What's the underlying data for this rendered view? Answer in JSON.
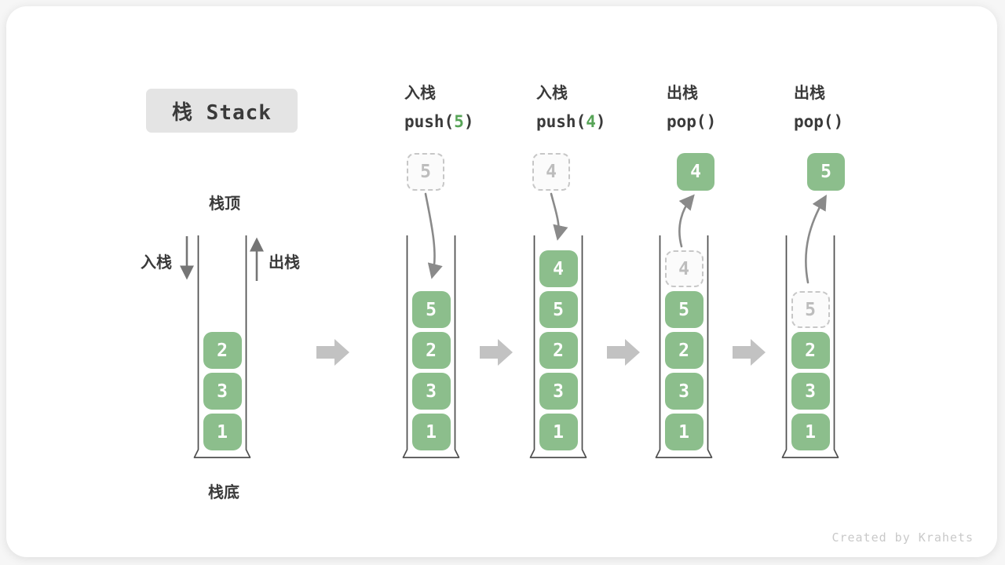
{
  "title_badge": {
    "text": "栈 Stack"
  },
  "side_labels": {
    "stack_top": "栈顶",
    "stack_bottom": "栈底",
    "push": "入栈",
    "pop": "出栈"
  },
  "watermark": {
    "text": "Created by Krahets"
  },
  "colors": {
    "element_green": "#8CBE8C",
    "element_text": "#FFFFFF",
    "accent_green": "#57A457",
    "ghost_border": "#C7C7C7",
    "ghost_text": "#BDBDBD",
    "container_stroke": "#4E4E4E",
    "curve_arrow": "#8A8A8A",
    "side_arrow": "#757575",
    "block_arrow": "#C2C2C2",
    "text_dark": "#3A3A3A",
    "badge_bg": "#E4E4E4",
    "watermark_gray": "#C9C9C9"
  },
  "steps": [
    {
      "name": "initial-stack",
      "header": null,
      "floating": null,
      "arrow": null,
      "rows": [
        {
          "value": "2",
          "style": "solid"
        },
        {
          "value": "3",
          "style": "solid"
        },
        {
          "value": "1",
          "style": "solid"
        }
      ]
    },
    {
      "name": "push-5",
      "header": {
        "label": "入栈",
        "code_pre": "push(",
        "code_arg": "5",
        "code_post": ")"
      },
      "floating": {
        "value": "5",
        "style": "ghost"
      },
      "arrow": "push",
      "rows": [
        {
          "value": "5",
          "style": "solid"
        },
        {
          "value": "2",
          "style": "solid"
        },
        {
          "value": "3",
          "style": "solid"
        },
        {
          "value": "1",
          "style": "solid"
        }
      ]
    },
    {
      "name": "push-4",
      "header": {
        "label": "入栈",
        "code_pre": "push(",
        "code_arg": "4",
        "code_post": ")"
      },
      "floating": {
        "value": "4",
        "style": "ghost"
      },
      "arrow": "push",
      "rows": [
        {
          "value": "4",
          "style": "solid"
        },
        {
          "value": "5",
          "style": "solid"
        },
        {
          "value": "2",
          "style": "solid"
        },
        {
          "value": "3",
          "style": "solid"
        },
        {
          "value": "1",
          "style": "solid"
        }
      ]
    },
    {
      "name": "pop-4",
      "header": {
        "label": "出栈",
        "code_pre": "pop()",
        "code_arg": "",
        "code_post": ""
      },
      "floating": {
        "value": "4",
        "style": "solid"
      },
      "arrow": "pop",
      "rows": [
        {
          "value": "4",
          "style": "ghost"
        },
        {
          "value": "5",
          "style": "solid"
        },
        {
          "value": "2",
          "style": "solid"
        },
        {
          "value": "3",
          "style": "solid"
        },
        {
          "value": "1",
          "style": "solid"
        }
      ]
    },
    {
      "name": "pop-5",
      "header": {
        "label": "出栈",
        "code_pre": "pop()",
        "code_arg": "",
        "code_post": ""
      },
      "floating": {
        "value": "5",
        "style": "solid"
      },
      "arrow": "pop",
      "rows": [
        {
          "value": "5",
          "style": "ghost"
        },
        {
          "value": "2",
          "style": "solid"
        },
        {
          "value": "3",
          "style": "solid"
        },
        {
          "value": "1",
          "style": "solid"
        }
      ]
    }
  ]
}
